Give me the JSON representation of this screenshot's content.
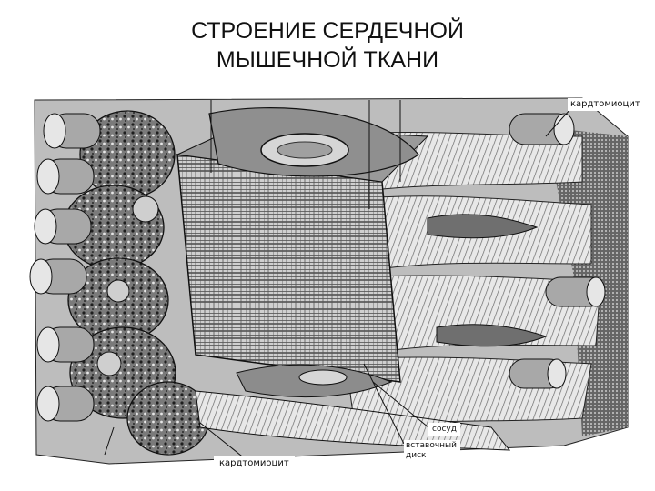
{
  "title": {
    "line1": "СТРОЕНИЕ СЕРДЕЧНОЙ",
    "line2": "МЫШЕЧНОЙ ТКАНИ"
  },
  "labels": {
    "cardiomyocyte_top": "кардтомиоцит",
    "cardiomyocyte_bottom": "кардтомиоцит",
    "vessel": "сосуд",
    "intercalated_disk": "вставочный диск"
  },
  "colors": {
    "ink": "#111111",
    "tissue_dark": "#3a3a3a",
    "tissue_mid": "#8a8a8a",
    "tissue_light": "#d9d9d9",
    "background": "#ffffff"
  }
}
